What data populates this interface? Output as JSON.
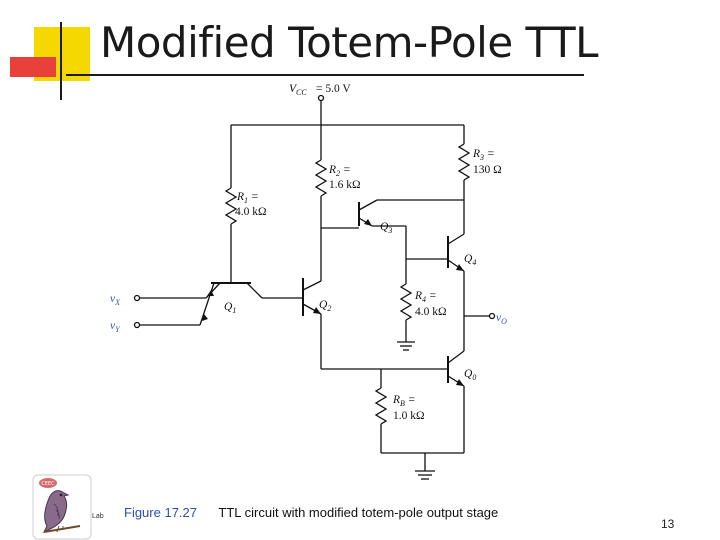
{
  "slide": {
    "title": "Modified Totem-Pole TTL",
    "page_number": "13",
    "caption_number": "Figure 17.27",
    "caption_text": "TTL circuit with modified totem-pole output stage",
    "logo_text": "Lab"
  },
  "circuit": {
    "vcc": "= 5.0 V",
    "r1_name": "1",
    "r1_value": "4.0 kΩ",
    "r2_name": "2",
    "r2_value": "1.6 kΩ",
    "r3_name": "3",
    "r3_value": "130 Ω",
    "r4_name": "4",
    "r4_value": "4.0 kΩ",
    "rb_name": "B",
    "rb_value": "1.0 kΩ",
    "q1": "1",
    "q2": "2",
    "q3": "3",
    "q4": "4",
    "q0": "0",
    "vx": "X",
    "vy": "Y",
    "vo": "O"
  },
  "colors": {
    "accent_yellow": "#f5d800",
    "accent_red": "#e8403a",
    "accent_blue": "#2f4fb0"
  }
}
